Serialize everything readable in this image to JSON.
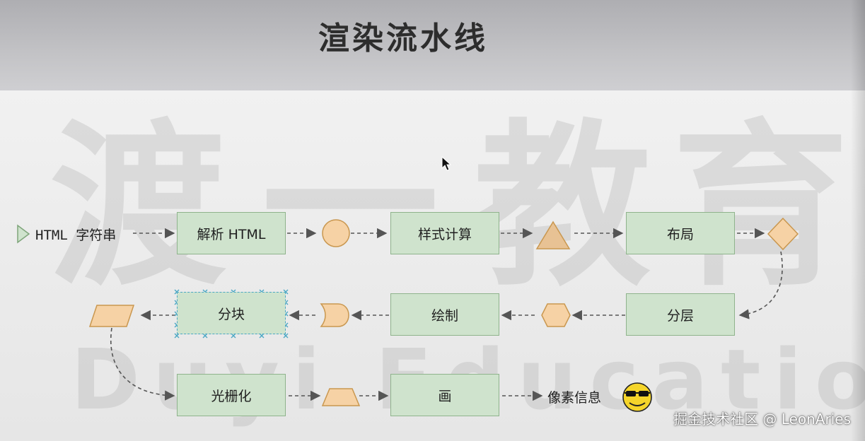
{
  "title": "渲染流水线",
  "watermark": {
    "cn": "渡一教育",
    "en": "Duyi Education"
  },
  "start_label": "HTML 字符串",
  "steps": {
    "parse_html": "解析 HTML",
    "style_calc": "样式计算",
    "layout": "布局",
    "layering": "分层",
    "paint": "绘制",
    "tiling": "分块",
    "raster": "光栅化",
    "draw": "画"
  },
  "end_label": "像素信息",
  "footer": "掘金技术社区 @ LeonAries",
  "colors": {
    "box_fill": "#cfe3cd",
    "box_border": "#8fb38c",
    "shape_fill": "#f6d2a5",
    "shape_border": "#c9974f",
    "arrow": "#555555"
  },
  "icons": [
    "start-triangle-icon",
    "circle-shape-icon",
    "triangle-shape-icon",
    "diamond-shape-icon",
    "hexagon-shape-icon",
    "d-shape-icon",
    "parallelogram-shape-icon",
    "trapezoid-shape-icon",
    "sunglasses-emoji-icon",
    "cursor-icon"
  ]
}
